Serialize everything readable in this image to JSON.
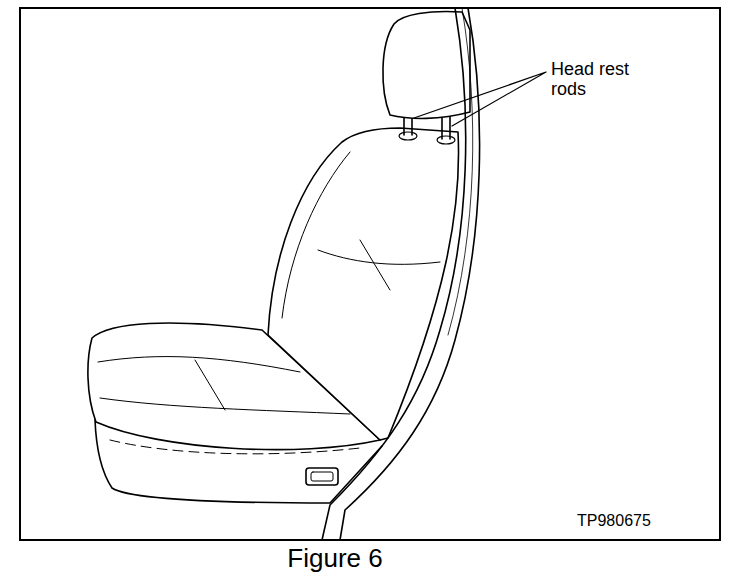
{
  "diagram": {
    "caption": "Figure 6",
    "labels": [
      "Head rest rods",
      "TP980675"
    ]
  }
}
